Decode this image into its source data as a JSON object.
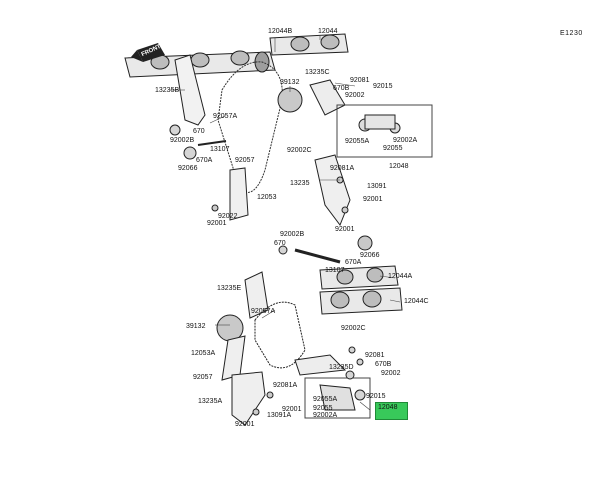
{
  "diagram_code": "E1230",
  "front_text": "FRONT",
  "highlight_color": "#38c95a",
  "labels": [
    {
      "id": "12044B_top",
      "text": "12044B"
    },
    {
      "id": "12044_top",
      "text": "12044"
    },
    {
      "id": "13235B",
      "text": "13235B"
    },
    {
      "id": "39132_top",
      "text": "39132"
    },
    {
      "id": "13235C_top",
      "text": "13235C"
    },
    {
      "id": "92081_top",
      "text": "92081"
    },
    {
      "id": "92015_top",
      "text": "92015"
    },
    {
      "id": "670B_top",
      "text": "670B"
    },
    {
      "id": "92002_top",
      "text": "92002"
    },
    {
      "id": "92002B_left",
      "text": "92002B"
    },
    {
      "id": "670_left",
      "text": "670"
    },
    {
      "id": "92057A_top",
      "text": "92057A"
    },
    {
      "id": "13107_top",
      "text": "13107"
    },
    {
      "id": "670A_left",
      "text": "670A"
    },
    {
      "id": "92066_left",
      "text": "92066"
    },
    {
      "id": "92057_top",
      "text": "92057"
    },
    {
      "id": "92002C",
      "text": "92002C"
    },
    {
      "id": "92055A_top",
      "text": "92055A"
    },
    {
      "id": "92002A_top",
      "text": "92002A"
    },
    {
      "id": "92055_top",
      "text": "92055"
    },
    {
      "id": "12048_top",
      "text": "12048"
    },
    {
      "id": "92081A_mid",
      "text": "92081A"
    },
    {
      "id": "13235",
      "text": "13235"
    },
    {
      "id": "13091_mid",
      "text": "13091"
    },
    {
      "id": "92001_mid_r",
      "text": "92001"
    },
    {
      "id": "12053",
      "text": "12053"
    },
    {
      "id": "92022",
      "text": "92022"
    },
    {
      "id": "92001_mid_l",
      "text": "92001"
    },
    {
      "id": "92001_mid_r2",
      "text": "92001"
    },
    {
      "id": "92002B_mid",
      "text": "92002B"
    },
    {
      "id": "670_mid",
      "text": "670"
    },
    {
      "id": "92066_mid",
      "text": "92066"
    },
    {
      "id": "670A_mid",
      "text": "670A"
    },
    {
      "id": "13107_mid",
      "text": "13107"
    },
    {
      "id": "12044A",
      "text": "12044A"
    },
    {
      "id": "13235E",
      "text": "13235E"
    },
    {
      "id": "12044C",
      "text": "12044C"
    },
    {
      "id": "39132_bot",
      "text": "39132"
    },
    {
      "id": "92057A_bot",
      "text": "92057A"
    },
    {
      "id": "92002C_bot",
      "text": "92002C"
    },
    {
      "id": "92081_bot",
      "text": "92081"
    },
    {
      "id": "12053A",
      "text": "12053A"
    },
    {
      "id": "13235D",
      "text": "13235D"
    },
    {
      "id": "670B_bot",
      "text": "670B"
    },
    {
      "id": "92002_bot",
      "text": "92002"
    },
    {
      "id": "92057_bot",
      "text": "92057"
    },
    {
      "id": "92081A_bot",
      "text": "92081A"
    },
    {
      "id": "92055A_bot",
      "text": "92055A"
    },
    {
      "id": "92015_bot",
      "text": "92015"
    },
    {
      "id": "13235A",
      "text": "13235A"
    },
    {
      "id": "92001_bot",
      "text": "92001"
    },
    {
      "id": "92055_bot",
      "text": "92055"
    },
    {
      "id": "13091A",
      "text": "13091A"
    },
    {
      "id": "92002A_bot",
      "text": "92002A"
    },
    {
      "id": "92001_bot2",
      "text": "92001"
    }
  ],
  "highlighted_part": "12048"
}
